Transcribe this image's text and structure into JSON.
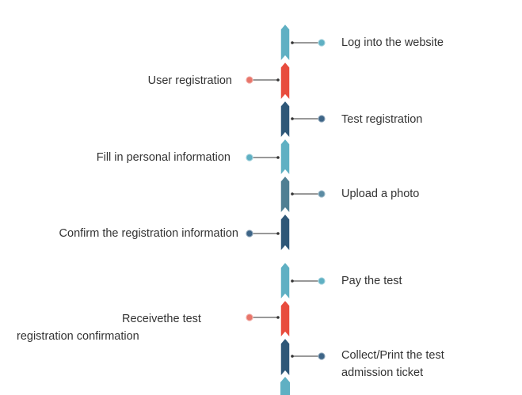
{
  "colors": {
    "teal": "#5fb0c3",
    "red": "#e84c3d",
    "navy": "#2e5778",
    "slate": "#4f7f93",
    "connector": "#333333",
    "background": "#ffffff"
  },
  "steps": [
    {
      "label": "Log into the website",
      "side": "right",
      "color": "#5fb0c3",
      "dot": "#5fb0c3"
    },
    {
      "label": "User registration",
      "side": "left",
      "color": "#e84c3d",
      "dot": "#e8756a"
    },
    {
      "label": "Test registration",
      "side": "right",
      "color": "#2e5778",
      "dot": "#3e6587"
    },
    {
      "label": "Fill in personal information",
      "side": "left",
      "color": "#5fb0c3",
      "dot": "#5fb0c3"
    },
    {
      "label": "Upload a photo",
      "side": "right",
      "color": "#4f7f93",
      "dot": "#5b8ba3"
    },
    {
      "label": "Confirm the registration  information",
      "side": "left",
      "color": "#2e5778",
      "dot": "#3e6587"
    },
    {
      "label": "Pay the test",
      "side": "right",
      "color": "#5fb0c3",
      "dot": "#5fb0c3"
    },
    {
      "label_lines": [
        "Receivethe test",
        "registration confirmation"
      ],
      "side": "left",
      "color": "#e84c3d",
      "dot": "#e8756a"
    },
    {
      "label_lines": [
        "Collect/Print the test",
        "admission ticket"
      ],
      "side": "right",
      "color": "#2e5778",
      "dot": "#3e6587"
    }
  ]
}
